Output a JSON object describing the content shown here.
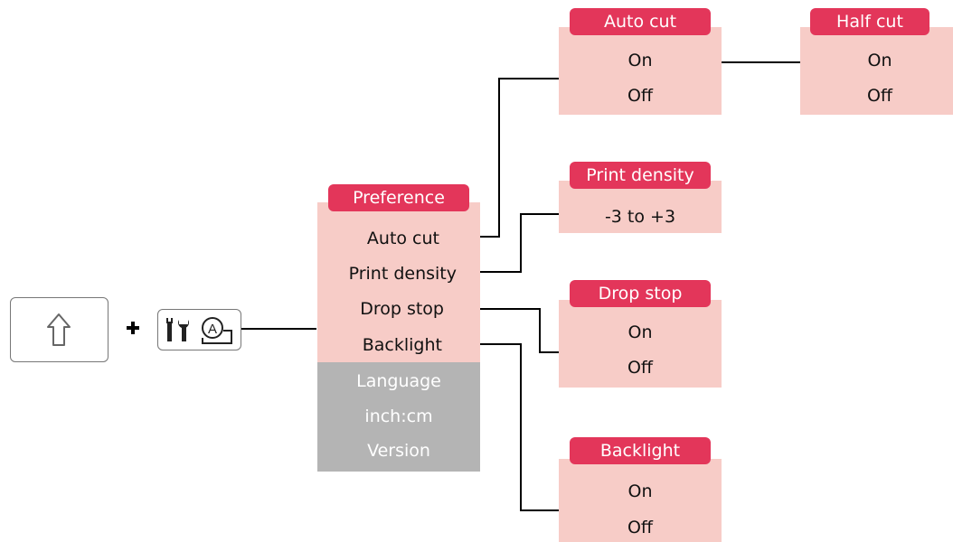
{
  "preference_menu": {
    "title": "Preference",
    "items": [
      "Auto cut",
      "Print density",
      "Drop stop",
      "Backlight"
    ],
    "gray_items": [
      "Language",
      "inch:cm",
      "Version"
    ]
  },
  "auto_cut_menu": {
    "title": "Auto cut",
    "options": [
      "On",
      "Off"
    ]
  },
  "half_cut_menu": {
    "title": "Half cut",
    "options": [
      "On",
      "Off"
    ]
  },
  "print_density_menu": {
    "title": "Print density",
    "range": "-3 to +3"
  },
  "drop_stop_menu": {
    "title": "Drop stop",
    "options": [
      "On",
      "Off"
    ]
  },
  "backlight_menu": {
    "title": "Backlight",
    "options": [
      "On",
      "Off"
    ]
  },
  "keys": {
    "shift": "up-arrow-icon",
    "combo": "plus-icon",
    "settings": [
      "tools-icon",
      "magnify-a-icon"
    ]
  },
  "colors": {
    "header": "#e3365a",
    "box": "#f7ccc7",
    "disabled": "#b4b4b4"
  }
}
